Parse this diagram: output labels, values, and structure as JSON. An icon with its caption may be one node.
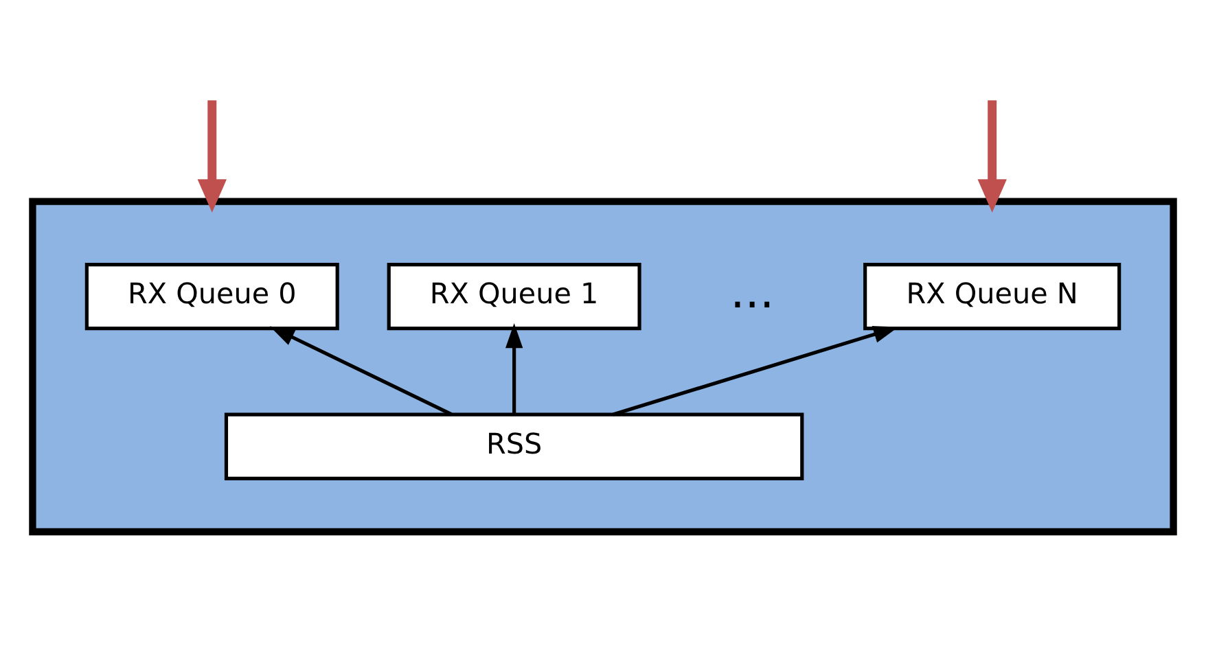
{
  "diagram": {
    "nodes": [
      {
        "text": [],
        "shape": "box"
      },
      {
        "text": [
          "RX Queue 0"
        ],
        "in": 0
      },
      {
        "text": [
          "RX Queue 1"
        ],
        "in": 0
      },
      {
        "text": [
          "RX Queue N"
        ],
        "in": 0
      },
      {
        "text": [
          "RSS"
        ],
        "in": 0
      }
    ],
    "edges": [
      {
        "from": null,
        "to": 0,
        "arrow": "to",
        "style": "thick",
        "color": "#c0504d"
      },
      {
        "from": null,
        "to": 0,
        "arrow": "to",
        "style": "thick",
        "color": "#c0504d"
      },
      {
        "from": 4,
        "to": 1,
        "arrow": "to"
      },
      {
        "from": 4,
        "to": 2,
        "arrow": "to"
      },
      {
        "from": 4,
        "to": 3,
        "arrow": "to"
      }
    ],
    "labels": [
      "..."
    ]
  }
}
